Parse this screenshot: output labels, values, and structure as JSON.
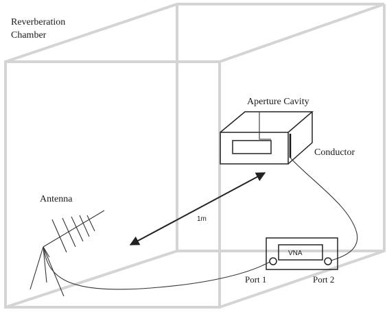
{
  "labels": {
    "chamber_line1": "Reverberation",
    "chamber_line2": "Chamber",
    "aperture_cavity": "Aperture Cavity",
    "conductor": "Conductor",
    "antenna": "Antenna",
    "distance": "1m",
    "vna": "VNA",
    "port1": "Port 1",
    "port2": "Port 2"
  },
  "colors": {
    "chamber_edges": "#d4d4d4",
    "equipment_lines": "#222222",
    "background": "#ffffff"
  }
}
